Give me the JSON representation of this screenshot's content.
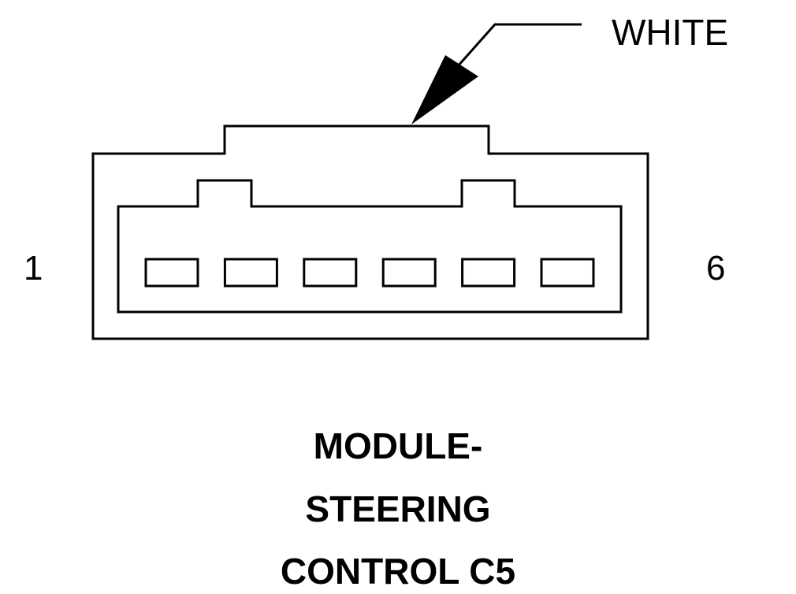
{
  "callout": {
    "label": "WHITE"
  },
  "connector": {
    "pin_start_label": "1",
    "pin_end_label": "6",
    "cavity_count": 6
  },
  "caption": {
    "lines": [
      "MODULE-",
      "STEERING",
      "CONTROL C5"
    ]
  },
  "colors": {
    "line": "#000000",
    "background": "#ffffff"
  }
}
